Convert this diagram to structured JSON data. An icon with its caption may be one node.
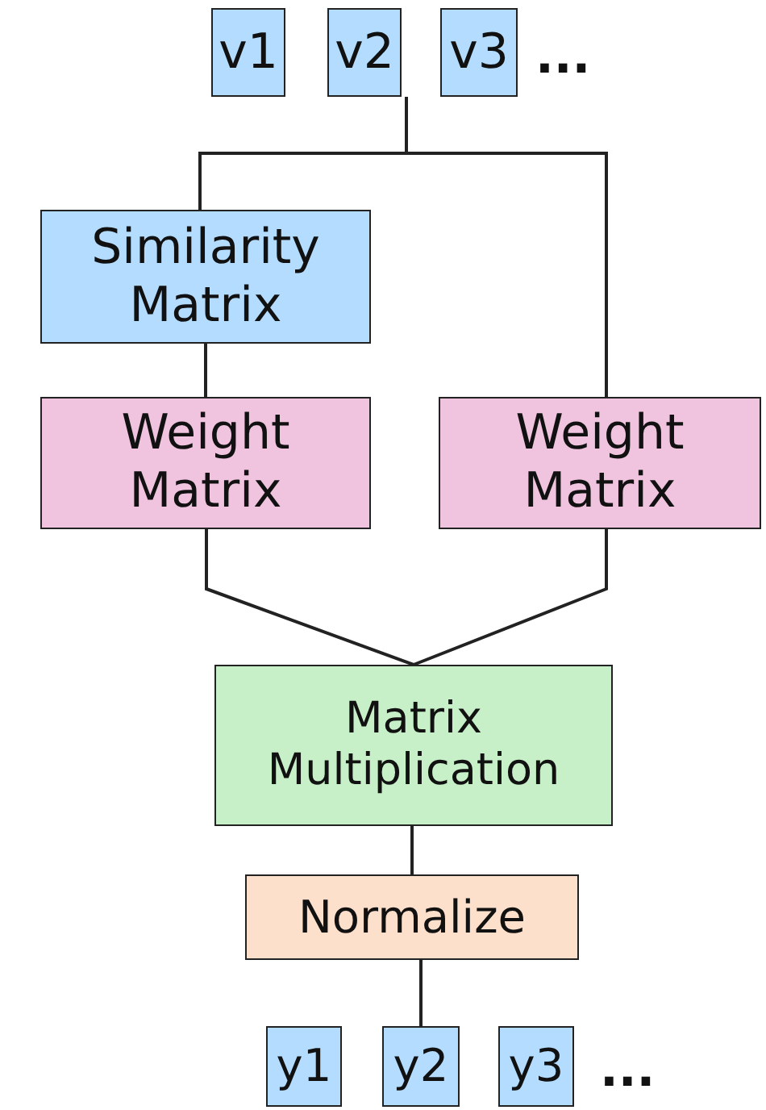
{
  "diagram": {
    "nodes": [
      {
        "text": [
          "v1"
        ]
      },
      {
        "text": [
          "v2"
        ]
      },
      {
        "text": [
          "v3"
        ]
      },
      {
        "text": [
          "Similarity Matrix"
        ]
      },
      {
        "text": [
          "Weight Matrix"
        ]
      },
      {
        "text": [
          "Weight Matrix"
        ]
      },
      {
        "text": [
          "Matrix Multiplication"
        ]
      },
      {
        "text": [
          "Normalize"
        ]
      },
      {
        "text": [
          "y1"
        ]
      },
      {
        "text": [
          "y2"
        ]
      },
      {
        "text": [
          "y3"
        ]
      }
    ],
    "edges": [
      {
        "from": 1,
        "to": 3,
        "arrow": "none"
      },
      {
        "from": 1,
        "to": 5,
        "arrow": "none"
      },
      {
        "from": 3,
        "to": 4,
        "arrow": "none"
      },
      {
        "from": 4,
        "to": 6,
        "arrow": "none"
      },
      {
        "from": 5,
        "to": 6,
        "arrow": "none"
      },
      {
        "from": 6,
        "to": 7,
        "arrow": "none"
      },
      {
        "from": 7,
        "to": 9,
        "arrow": "none"
      }
    ],
    "labels": [
      "...",
      "..."
    ]
  }
}
